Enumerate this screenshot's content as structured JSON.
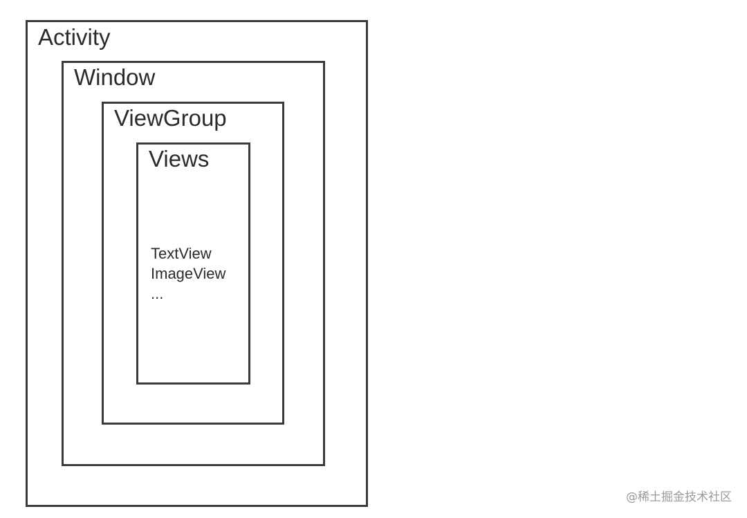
{
  "diagram": {
    "layers": [
      {
        "label": "Activity"
      },
      {
        "label": "Window"
      },
      {
        "label": "ViewGroup"
      },
      {
        "label": "Views"
      }
    ],
    "views_list": [
      "TextView",
      "ImageView",
      "..."
    ]
  },
  "watermark": "@稀土掘金技术社区",
  "colors": {
    "border": "#3a3a3a",
    "text": "#2b2b2b",
    "watermark": "#9a9a9a",
    "background": "#ffffff"
  }
}
